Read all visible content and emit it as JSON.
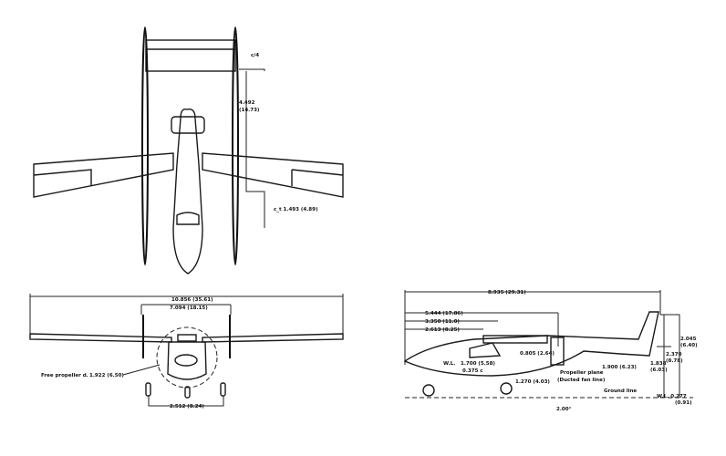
{
  "drawing": {
    "top_view": {
      "tail_dimension": "4.492",
      "tail_dimension_imperial": "(14.73)",
      "tail_ref": "c/4",
      "wing_chord_label": "c_t 1.493 (4.89)"
    },
    "front_view": {
      "span_label": "10.856 (35.61)",
      "boom_spacing_label": "7.094 (18.15)",
      "propeller_label": "Free propeller d.",
      "propeller_dim": "1.922 (6.50)",
      "gear_track_label": "2.512 (8.24)"
    },
    "side_view": {
      "length_label": "8.935 (29.31)",
      "dim_1": "5.444 (17.86)",
      "dim_2": "3.350 (11.0)",
      "dim_3": "2.613 (8.25)",
      "wl_label": "W.L.",
      "wl_value": "1.700 (5.58)",
      "wl_sub": "0.375 c",
      "prop_dim": "0.805 (2.64)",
      "prop_plane_dim": "1.900 (6.23)",
      "height_1": "1.270 (4.03)",
      "propeller_plane_label": "Propeller plane",
      "ducted_label": "(Ducted fan line)",
      "ground_line_label": "Ground line",
      "angle_label": "2.00°",
      "tail_h1": "2.045",
      "tail_h1_imp": "(6.40)",
      "tail_h2": "2.370",
      "tail_h2_imp": "(8.78)",
      "tail_h3": "1.838",
      "tail_h3_imp": "(6.03)",
      "wl_bottom": "W.L. 0.277",
      "wl_bottom_imp": "(0.91)"
    }
  }
}
